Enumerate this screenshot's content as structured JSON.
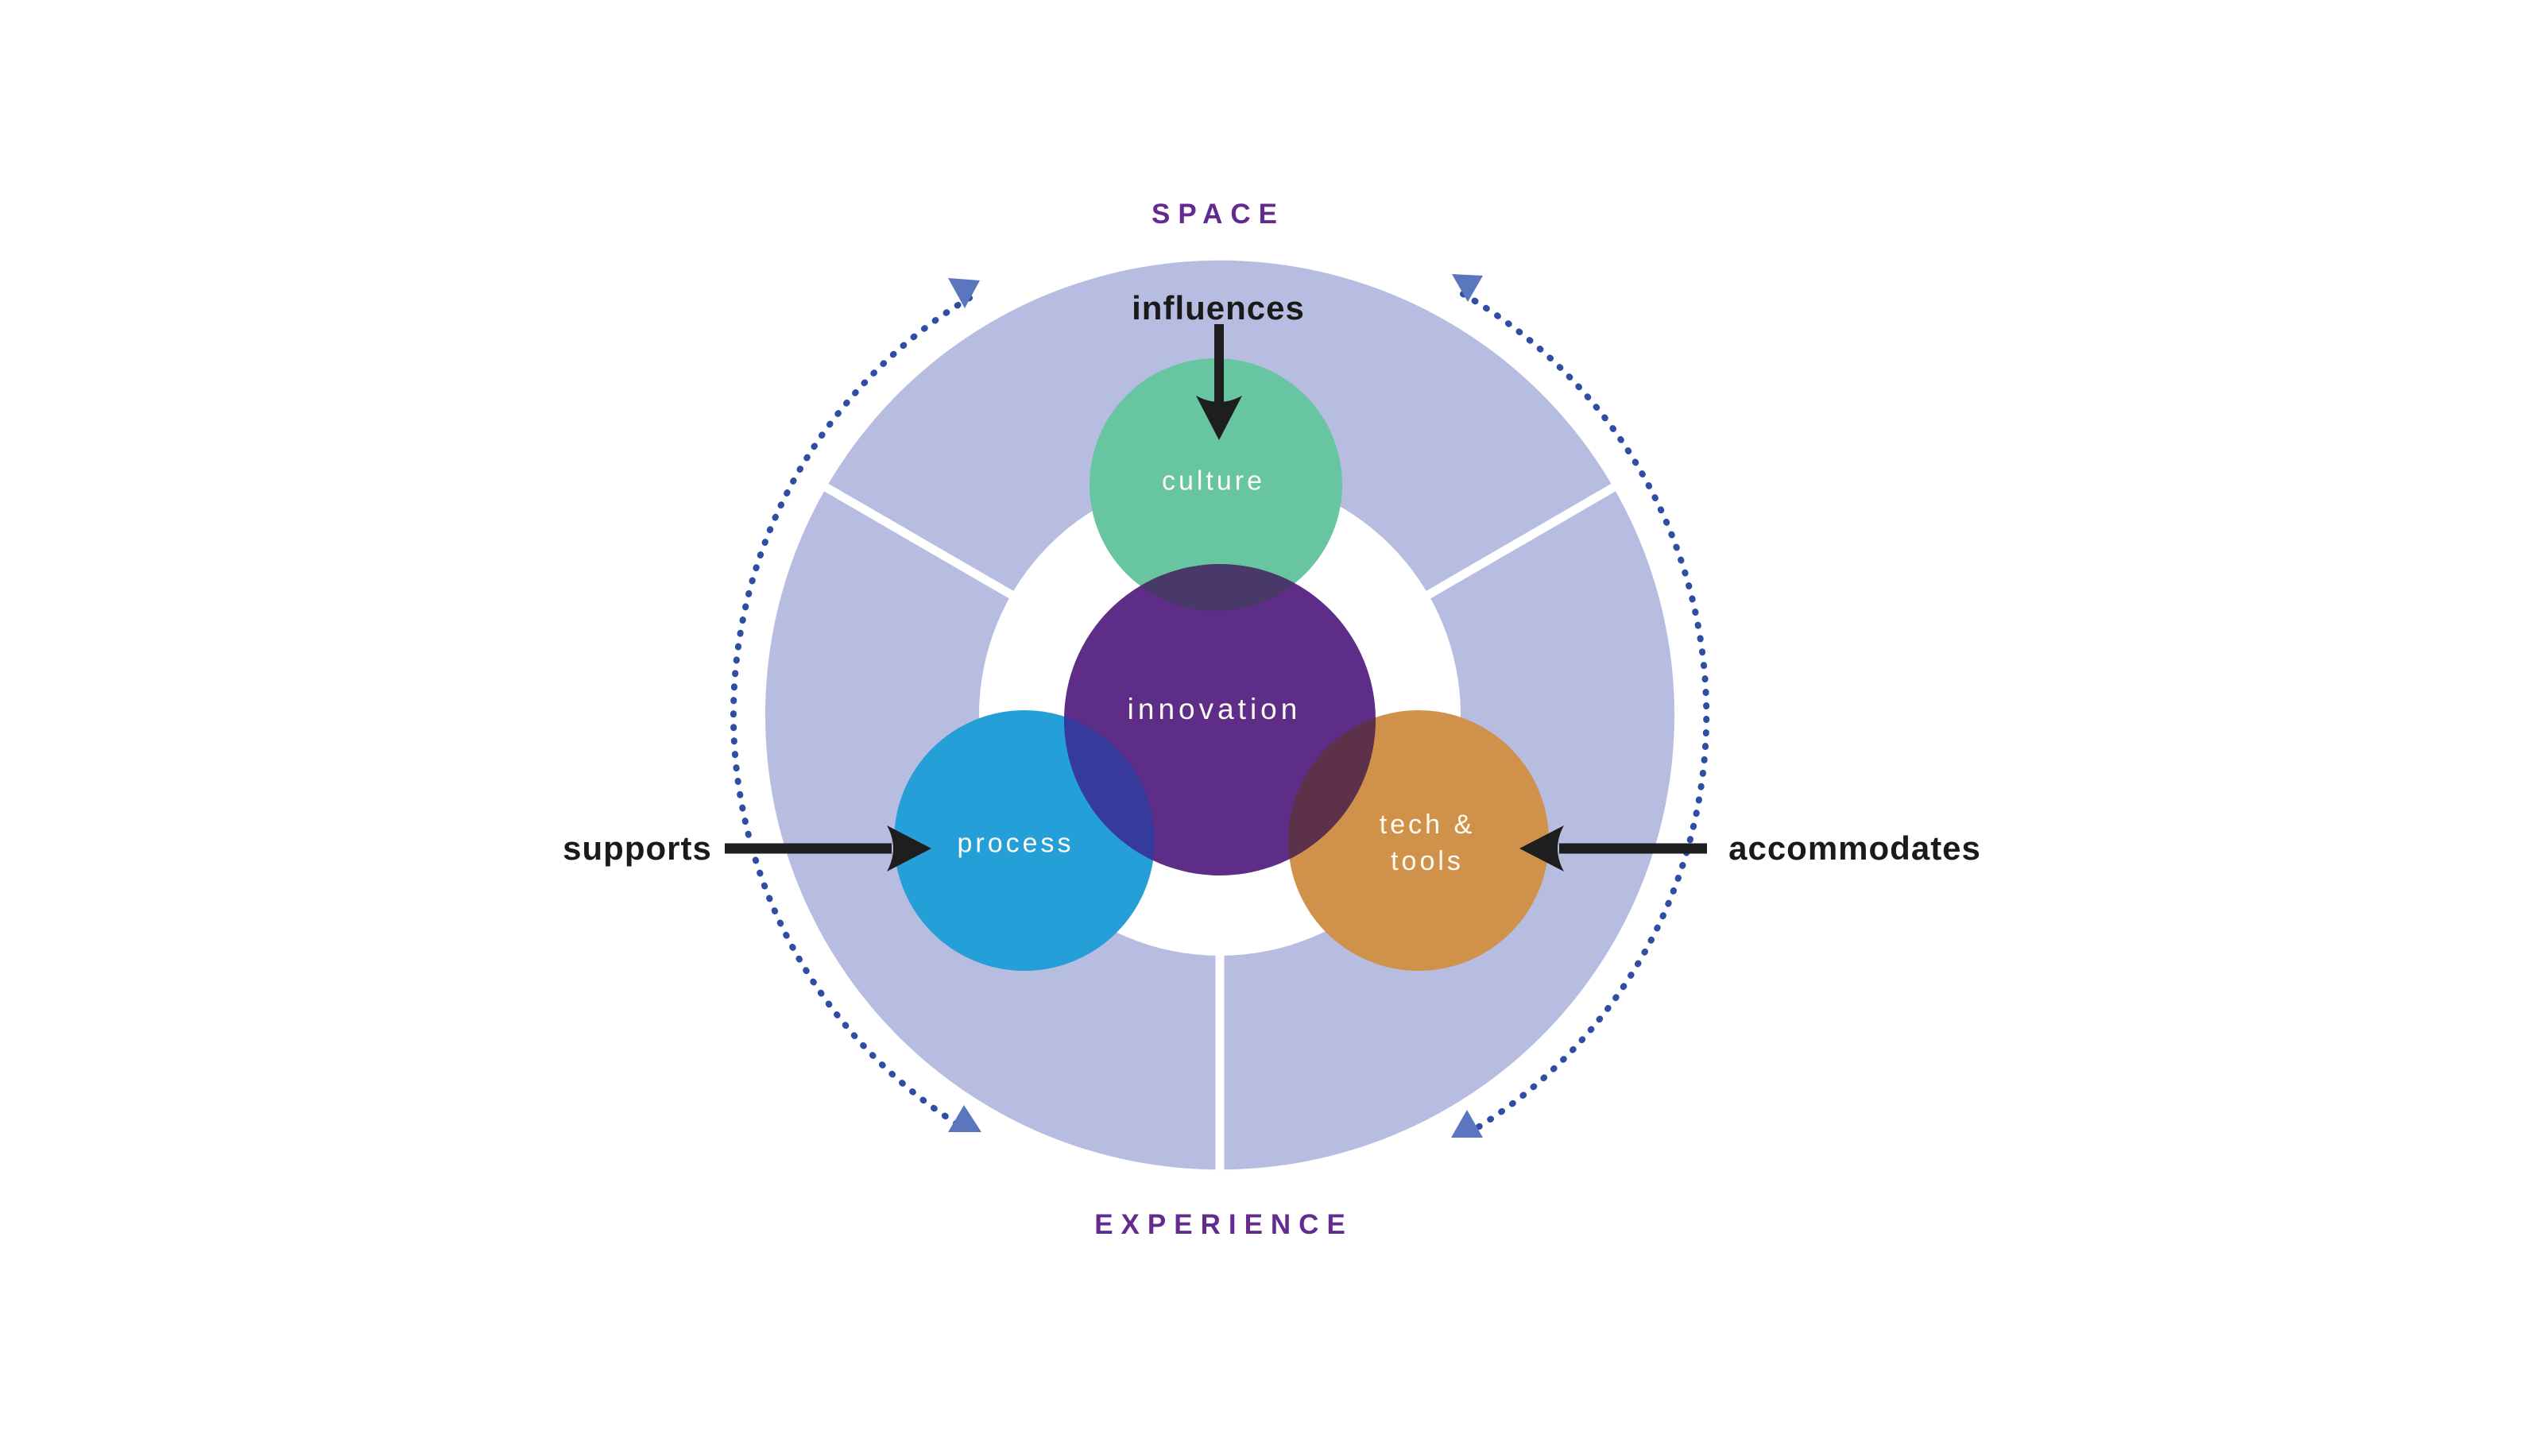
{
  "diagram": {
    "headings": {
      "top": "SPACE",
      "bottom": "EXPERIENCE"
    },
    "relations": {
      "top": "influences",
      "left": "supports",
      "right": "accommodates"
    },
    "circles": {
      "center": {
        "label": "innovation"
      },
      "top": {
        "label": "culture"
      },
      "left": {
        "label": "process"
      },
      "right": {
        "label": "tech &\ntools"
      }
    },
    "colors": {
      "background": "#FFFFFF",
      "ring": "#B7BCE1",
      "ring_divider": "#FFFFFF",
      "heading_text": "#632B90",
      "relation_text": "#1A1A1A",
      "arrow_black": "#1E1E1E",
      "dotted_arc": "#2F4DA3",
      "arc_arrowhead": "#5A76BE",
      "innovation": "#5E2D88",
      "culture": "#68C5A2",
      "process": "#249FD8",
      "tech_tools": "#D0914A",
      "overlap_culture_innovation": "#493969",
      "overlap_process_innovation": "#363A9B",
      "overlap_tech_innovation": "#5D3149",
      "circle_label_text": "#FFFFFF"
    }
  }
}
